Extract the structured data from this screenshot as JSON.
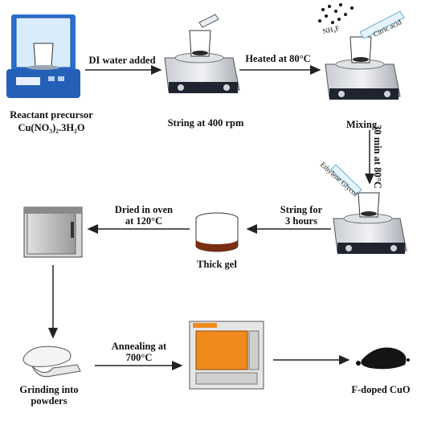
{
  "steps": {
    "precursor": {
      "title": "Reactant precursor",
      "formula": "Cu(NO₃)₂.3H₂O"
    },
    "stirring": {
      "label": "String at 400 rpm"
    },
    "mixing": {
      "label": "Mixing",
      "nh4f": "NH₄F",
      "citric": "Citric acid"
    },
    "ethylene": {
      "label": "Ethylene Glycol"
    },
    "thick_gel": {
      "label": "Thick gel"
    },
    "grinding": {
      "label": "Grinding into\npowders"
    },
    "product": {
      "label": "F-doped CuO"
    }
  },
  "arrows": {
    "a1": "DI water added",
    "a2": "Heated at 80°C",
    "a3": "30 min at 80°C",
    "a4": "String for\n3 hours",
    "a5": "Dried in oven\nat 120°C",
    "a6": "Annealing at\n700°C"
  },
  "colors": {
    "balance_blue": "#2a6fd0",
    "oven_orange": "#f08a1c",
    "gel_brown": "#7a2e10",
    "arrow": "#222222"
  }
}
